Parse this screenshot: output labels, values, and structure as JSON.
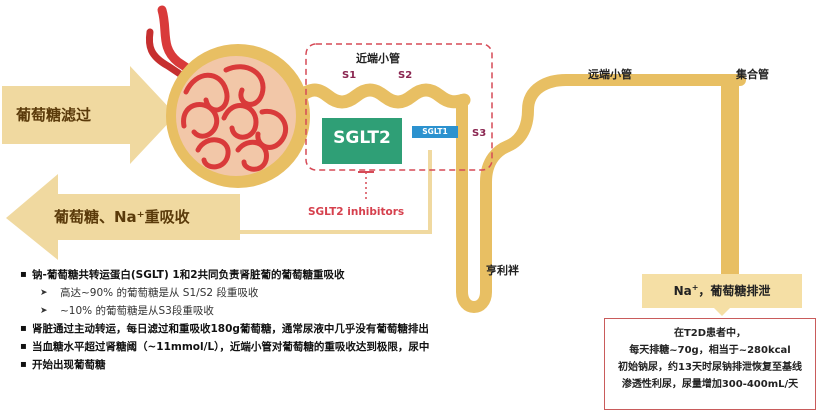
{
  "colors": {
    "tubule": "#e8bf63",
    "arrow_fill": "#f0d9a0",
    "arrow_text": "#5a3a0a",
    "vessel": "#d93a3a",
    "glomerulus_bg": "#f2c7a8",
    "sglt2": "#2f9f76",
    "sglt1": "#2c92cf",
    "dashed_box": "#d64a57",
    "inhibitor_text": "#d6404d",
    "output_box": "#f5dfa5"
  },
  "left_arrows": {
    "filtration": "葡萄糖滤过",
    "reabsorption": "葡萄糖、Na⁺重吸收"
  },
  "tubule_labels": {
    "proximal": "近端小管",
    "s1": "S1",
    "s2": "S2",
    "s3": "S3",
    "distal": "远端小管",
    "collecting": "集合管",
    "loop": "亨利袢"
  },
  "transporters": {
    "sglt2": "SGLT2",
    "sglt1": "SGLT1"
  },
  "inhibitor_label": "SGLT2 inhibitors",
  "excretion": {
    "prefix": "Na",
    "sup": "+",
    "rest": "，葡萄糖排泄"
  },
  "bullets": [
    "钠-葡萄糖共转运蛋白(SGLT) 1和2共同负责肾脏葡的葡萄糖重吸收",
    "高达~90% 的葡萄糖是从 S1/S2 段重吸收",
    "~10% 的葡萄糖是从S3段重吸收",
    "肾脏通过主动转运，每日滤过和重吸收180g葡萄糖，通常尿液中几乎没有葡萄糖排出",
    "当血糖水平超过肾糖阈（~11mmol/L），近端小管对葡萄糖的重吸收达到极限，尿中",
    "开始出现葡萄糖"
  ],
  "info_box": {
    "line1": "在T2D患者中，",
    "line2": "每天排糖~70g，相当于~280kcal",
    "line3": "初始钠尿，约13天时尿钠排泄恢复至基线",
    "line4": "渗透性利尿，尿量增加300-400mL/天"
  }
}
